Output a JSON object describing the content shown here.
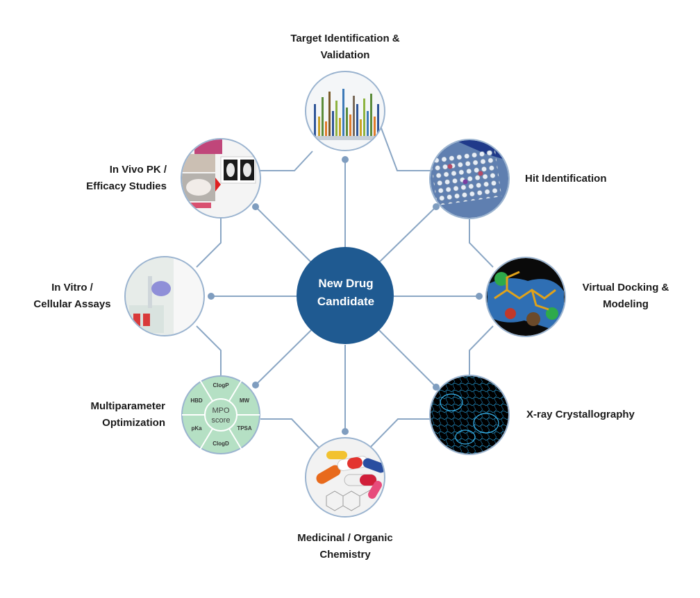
{
  "center": {
    "line1": "New Drug",
    "line2": "Candidate"
  },
  "nodes": {
    "target": {
      "line1": "Target Identification &",
      "line2": "Validation"
    },
    "hit": {
      "line1": "Hit Identification"
    },
    "docking": {
      "line1": "Virtual Docking &",
      "line2": "Modeling"
    },
    "xray": {
      "line1": "X-ray Crystallography"
    },
    "medchem": {
      "line1": "Medicinal / Organic",
      "line2": "Chemistry"
    },
    "mpo": {
      "line1": "Multiparameter",
      "line2": "Optimization",
      "inner1": "MPO",
      "inner2": "score",
      "segments": [
        "ClogP",
        "MW",
        "TPSA",
        "ClogD",
        "pKa",
        "HBD"
      ]
    },
    "invitro": {
      "line1": "In Vitro /",
      "line2": "Cellular Assays"
    },
    "invivo": {
      "line1": "In Vivo PK /",
      "line2": "Efficacy Studies"
    }
  },
  "colors": {
    "center_fill": "#1f5a91",
    "connector": "#8aa6c4",
    "circle_border": "#9ab3cf",
    "mpo_fill": "#b5e0c4"
  }
}
